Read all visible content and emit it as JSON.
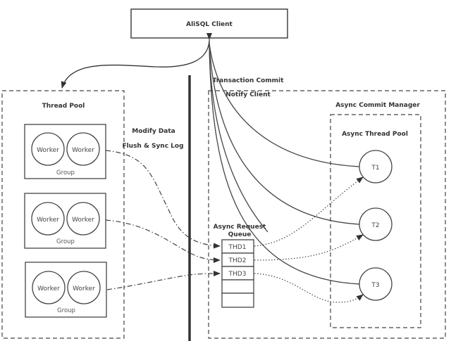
{
  "client": {
    "label": "AliSQL Client"
  },
  "thread_pool": {
    "title": "Thread Pool",
    "groups": [
      {
        "label": "Group",
        "workers": [
          "Worker",
          "Worker"
        ]
      },
      {
        "label": "Group",
        "workers": [
          "Worker",
          "Worker"
        ]
      },
      {
        "label": "Group",
        "workers": [
          "Worker",
          "Worker"
        ]
      }
    ]
  },
  "annotations": {
    "modify_data": "Modify Data",
    "flush_sync": "Flush & Sync Log",
    "transaction_commit": "Transaction Commit",
    "notify_client": "Notify Client"
  },
  "async_commit_manager": {
    "title": "Async Commit Manager",
    "queue": {
      "title_line1": "Async Request",
      "title_line2": "Queue",
      "slots": [
        "THD1",
        "THD2",
        "THD3",
        "",
        ""
      ]
    },
    "async_thread_pool": {
      "title": "Async Thread Pool",
      "threads": [
        "T1",
        "T2",
        "T3"
      ]
    }
  },
  "colors": {
    "stroke": "#333333",
    "text": "#333333",
    "background": "#ffffff"
  }
}
